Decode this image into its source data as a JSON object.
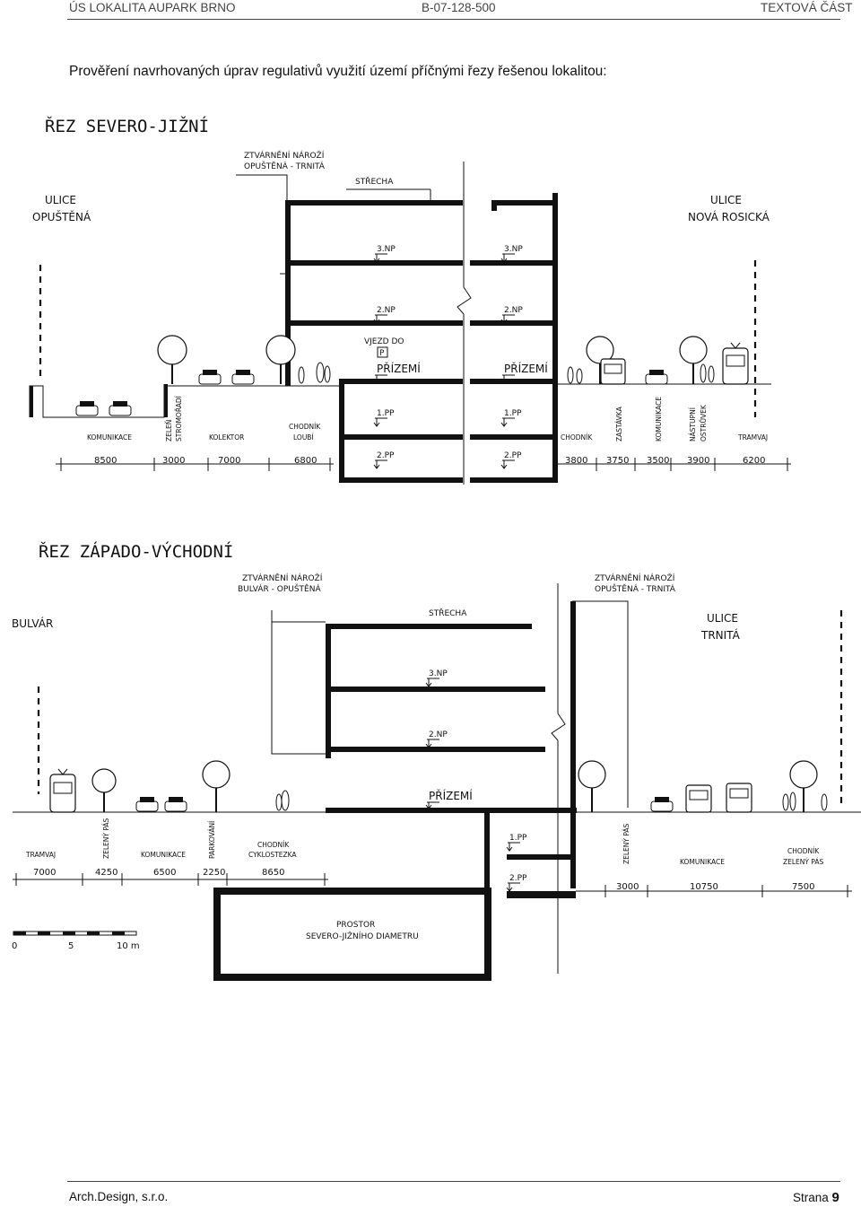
{
  "header": {
    "left": "ÚS LOKALITA AUPARK BRNO",
    "center": "B-07-128-500",
    "right": "TEXTOVÁ ČÁST"
  },
  "intro": "Prověření navrhovaných úprav regulativů využití území příčnými řezy řešenou lokalitou:",
  "section1": {
    "title": "ŘEZ SEVERO-JIŽNÍ",
    "street_left": [
      "ULICE",
      "OPUŠTĚNÁ"
    ],
    "street_right": [
      "ULICE",
      "NOVÁ ROSICKÁ"
    ],
    "corner": [
      "ZTVÁRNĚNÍ NÁROŽÍ",
      "OPUŠTĚNÁ - TRNITÁ"
    ],
    "roof": "STŘECHA",
    "levels": [
      "3.NP",
      "3.NP",
      "2.NP",
      "2.NP",
      "PŘÍZEMÍ",
      "PŘÍZEMÍ",
      "1.PP",
      "1.PP",
      "2.PP",
      "2.PP"
    ],
    "entry": [
      "VJEZD DO",
      "P"
    ],
    "zones_left": [
      "KOMUNIKACE",
      "ZELEŇ",
      "STROMOŘADÍ",
      "KOLEKTOR",
      "CHODNÍK",
      "LOUBÍ"
    ],
    "zones_right": [
      "CHODNÍK",
      "ZASTÁVKA",
      "KOMUNIKACE",
      "NÁSTUPNÍ",
      "OSTRŮVEK",
      "TRAMVAJ"
    ],
    "dims_left": [
      "8500",
      "3000",
      "7000",
      "6800"
    ],
    "dims_right": [
      "3800",
      "3750",
      "3500",
      "3900",
      "6200"
    ]
  },
  "section2": {
    "title": "ŘEZ ZÁPADO-VÝCHODNÍ",
    "street_left": "BULVÁR",
    "street_right": [
      "ULICE",
      "TRNITÁ"
    ],
    "corner_left": [
      "ZTVÁRNĚNÍ NÁROŽÍ",
      "BULVÁR - OPUŠTĚNÁ"
    ],
    "corner_right": [
      "ZTVÁRNĚNÍ NÁROŽÍ",
      "OPUŠTĚNÁ - TRNITÁ"
    ],
    "roof": "STŘECHA",
    "levels": [
      "3.NP",
      "2.NP",
      "PŘÍZEMÍ",
      "1.PP",
      "2.PP"
    ],
    "zones_left": [
      "TRAMVAJ",
      "ZELENÝ PÁS",
      "KOMUNIKACE",
      "PARKOVÁNÍ",
      "CHODNÍK",
      "CYKLOSTEZKA"
    ],
    "zones_right": [
      "ZELENÝ PÁS",
      "KOMUNIKACE",
      "CHODNÍK",
      "ZELENÝ PÁS"
    ],
    "dims_left": [
      "7000",
      "4250",
      "6500",
      "2250",
      "8650"
    ],
    "dims_right": [
      "3000",
      "10750",
      "7500"
    ],
    "tunnel": [
      "PROSTOR",
      "SEVERO-JIŽNÍHO DIAMETRU"
    ]
  },
  "scale": {
    "ticks": [
      "0",
      "5",
      "10 m"
    ]
  },
  "footer": {
    "left": "Arch.Design, s.r.o.",
    "page_label": "Strana",
    "page_number": "9"
  }
}
